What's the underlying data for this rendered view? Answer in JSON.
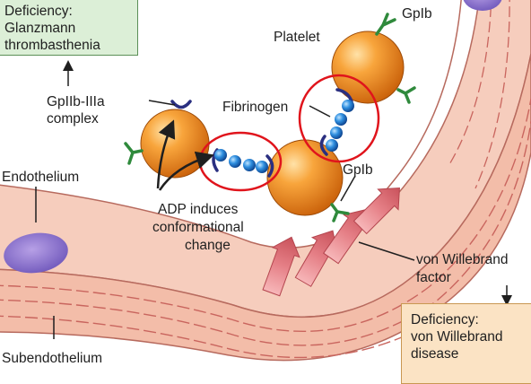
{
  "deficiency_glanzmann": {
    "line1": "Deficiency:",
    "line2": "Glanzmann",
    "line3": "thrombasthenia"
  },
  "deficiency_vwd": {
    "line1": "Deficiency:",
    "line2": "von Willebrand",
    "line3": "disease"
  },
  "labels": {
    "gpiib_line1": "GpIIb-IIIa",
    "gpiib_line2": "complex",
    "platelet": "Platelet",
    "gpib_top": "GpIb",
    "gpib_mid": "GpIb",
    "fibrinogen": "Fibrinogen",
    "endothelium": "Endothelium",
    "adp_line1": "ADP induces",
    "adp_line2": "conformational",
    "adp_line3": "change",
    "vwf_line1": "von Willebrand",
    "vwf_line2": "factor",
    "subendothelium": "Subendothelium"
  },
  "colors": {
    "platelet": "#f08a1e",
    "highlight_circle": "#e0141c",
    "fibrinogen": "#2a7fd4",
    "gpib_receptor": "#2f8a3c",
    "gpiib_receptor": "#2a2f80",
    "vessel_wall": "#f3c2b4",
    "vwf_arrow": "#e4848a"
  }
}
